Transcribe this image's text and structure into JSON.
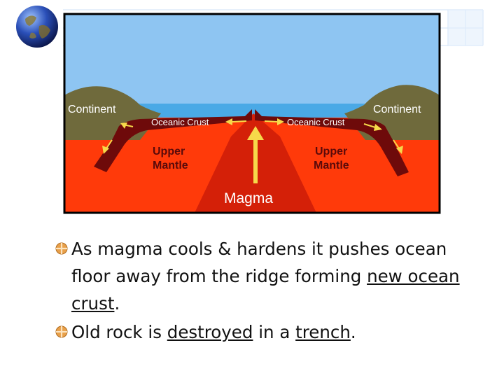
{
  "diagram": {
    "labels": {
      "continent_left": "Continent",
      "continent_right": "Continent",
      "crust_left": "Oceanic Crust",
      "crust_right": "Oceanic Crust",
      "mantle_left_1": "Upper",
      "mantle_left_2": "Mantle",
      "mantle_right_1": "Upper",
      "mantle_right_2": "Mantle",
      "magma": "Magma"
    },
    "colors": {
      "sky": "#8ec5f2",
      "ocean": "#4aa9e6",
      "continent": "#6f6a3c",
      "crust": "#6e0a0a",
      "mantle": "#ff3a0a",
      "magma": "#d42008",
      "arrow": "#f6d94a",
      "frame": "#000000"
    }
  },
  "bullets": [
    {
      "text_before": "As magma cools & hardens it pushes ocean floor away from the ridge forming ",
      "link": "new ocean crust",
      "text_after": "."
    },
    {
      "text_before": "Old rock is ",
      "link": "destroyed",
      "text_middle": " in a ",
      "link2": "trench",
      "text_after": "."
    }
  ],
  "icons": {
    "globe": "globe-icon",
    "bullet": "bullet-icon"
  }
}
